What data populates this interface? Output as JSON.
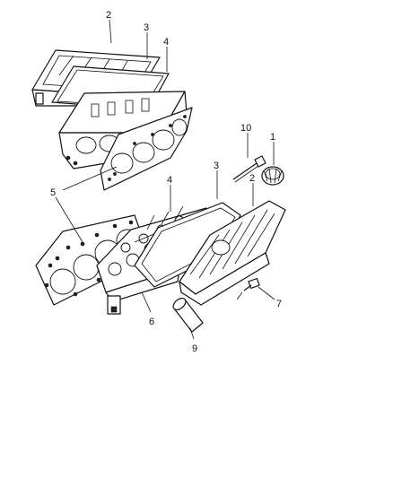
{
  "callouts": [
    {
      "id": "c2a",
      "text": "2"
    },
    {
      "id": "c3a",
      "text": "3"
    },
    {
      "id": "c4a",
      "text": "4"
    },
    {
      "id": "c10",
      "text": "10"
    },
    {
      "id": "c1",
      "text": "1"
    },
    {
      "id": "c3b",
      "text": "3"
    },
    {
      "id": "c2b",
      "text": "2"
    },
    {
      "id": "c4b",
      "text": "4"
    },
    {
      "id": "c5",
      "text": "5"
    },
    {
      "id": "c7",
      "text": "7"
    },
    {
      "id": "c6",
      "text": "6"
    },
    {
      "id": "c9",
      "text": "9"
    }
  ]
}
